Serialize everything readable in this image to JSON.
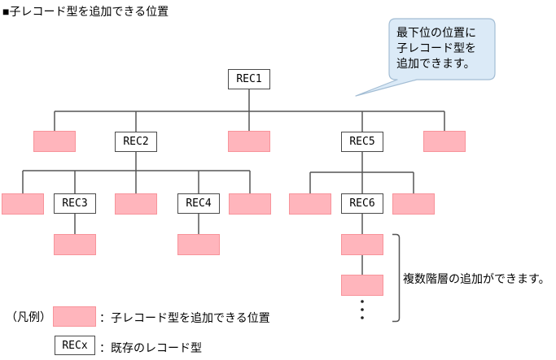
{
  "title": "■子レコード型を追加できる位置",
  "callout": {
    "lines": [
      "最下位の位置に",
      "子レコード型を",
      "追加できます。"
    ]
  },
  "nodes": {
    "rec1": "REC1",
    "rec2": "REC2",
    "rec3": "REC3",
    "rec4": "REC4",
    "rec5": "REC5",
    "rec6": "REC6"
  },
  "annotations": {
    "multi_level": "複数階層の追加ができます。",
    "continuation_dots": 3
  },
  "legend": {
    "heading": "（凡例）",
    "addable_label": "：子レコード型を追加できる位置",
    "existing_box_label": "RECx",
    "existing_label": "：既存のレコード型"
  },
  "colors": {
    "addable_fill": "#ffb5bc",
    "addable_border": "#f8939a",
    "callout_fill": "#dbeaf7",
    "callout_border": "#a3bdd4",
    "connector_line": "#555555",
    "node_border": "#4a4a4a"
  }
}
